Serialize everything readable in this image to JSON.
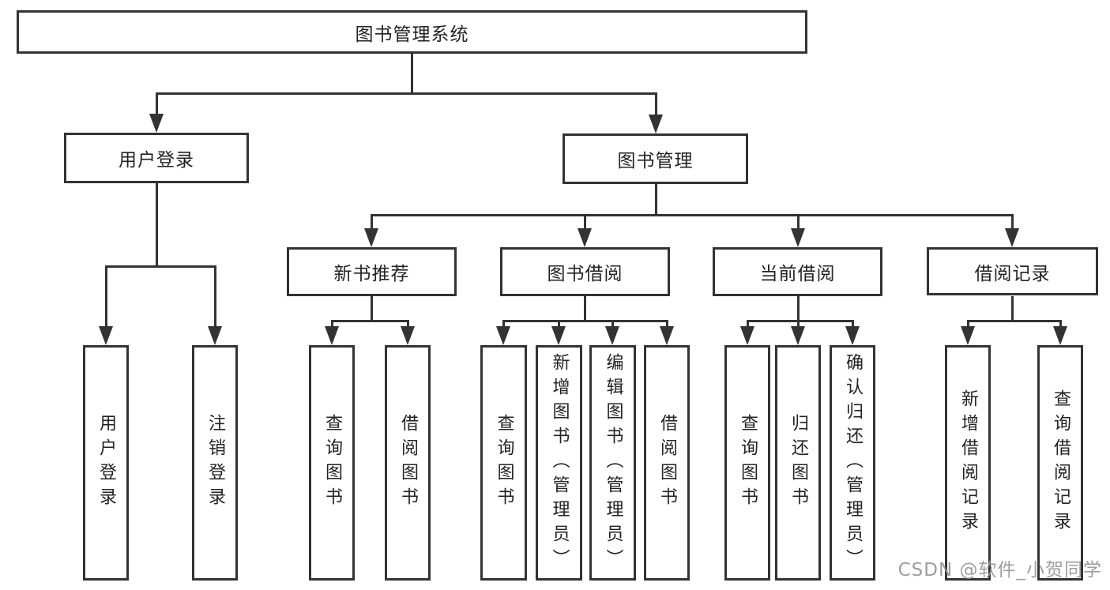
{
  "colors": {
    "line": "#333333",
    "text": "#232323",
    "background": "#ffffff",
    "watermark": "#919191"
  },
  "watermark": "CSDN @软件_小贺同学",
  "tree": {
    "label": "图书管理系统",
    "children": [
      {
        "label": "用户登录",
        "children": [
          {
            "label": "用户登录"
          },
          {
            "label": "注销登录"
          }
        ]
      },
      {
        "label": "图书管理",
        "children": [
          {
            "label": "新书推荐",
            "children": [
              {
                "label": "查询图书"
              },
              {
                "label": "借阅图书"
              }
            ]
          },
          {
            "label": "图书借阅",
            "children": [
              {
                "label": "查询图书"
              },
              {
                "label": "新增图书（管理员）"
              },
              {
                "label": "编辑图书（管理员）"
              },
              {
                "label": "借阅图书"
              }
            ]
          },
          {
            "label": "当前借阅",
            "children": [
              {
                "label": "查询图书"
              },
              {
                "label": "归还图书"
              },
              {
                "label": "确认归还（管理员）"
              }
            ]
          },
          {
            "label": "借阅记录",
            "children": [
              {
                "label": "新增借阅记录"
              },
              {
                "label": "查询借阅记录"
              }
            ]
          }
        ]
      }
    ]
  }
}
